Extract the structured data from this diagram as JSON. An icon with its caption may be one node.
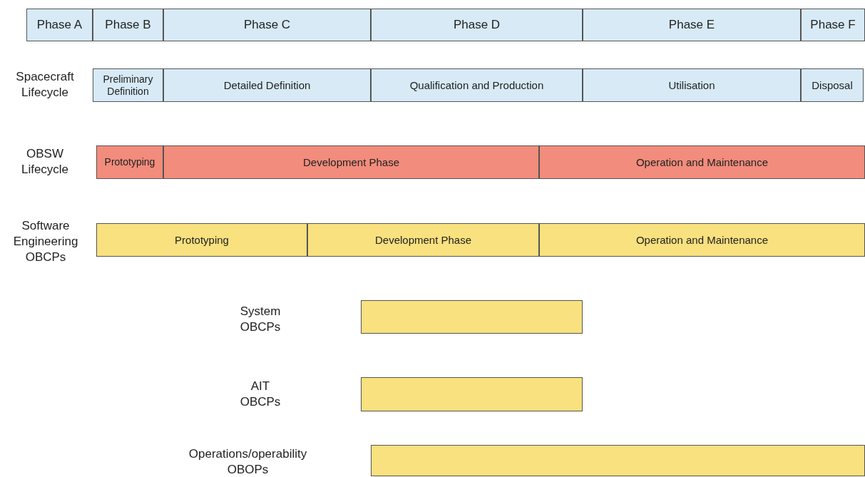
{
  "diagram": {
    "nodes": [
      {
        "text": [
          "Phase A"
        ]
      },
      {
        "text": [
          "Phase B"
        ]
      },
      {
        "text": [
          "Phase C"
        ]
      },
      {
        "text": [
          "Phase D"
        ]
      },
      {
        "text": [
          "Phase E"
        ]
      },
      {
        "text": [
          "Phase F"
        ]
      },
      {
        "text": [
          "Preliminary Definition"
        ]
      },
      {
        "text": [
          "Detailed Definition"
        ]
      },
      {
        "text": [
          "Qualification and Production"
        ]
      },
      {
        "text": [
          "Utilisation"
        ]
      },
      {
        "text": [
          "Disposal"
        ]
      },
      {
        "text": [
          "Prototyping"
        ]
      },
      {
        "text": [
          "Development Phase"
        ]
      },
      {
        "text": [
          "Operation and Maintenance"
        ]
      },
      {
        "text": [
          "Prototyping"
        ]
      },
      {
        "text": [
          "Development Phase"
        ]
      },
      {
        "text": [
          "Operation and Maintenance"
        ]
      },
      {
        "text": [],
        "shape": "bar"
      },
      {
        "text": [],
        "shape": "bar"
      },
      {
        "text": [],
        "shape": "bar"
      }
    ],
    "labels": [
      "Spacecraft Lifecycle",
      "OBSW Lifecycle",
      "Software Engineering OBCPs",
      "System OBCPs",
      "AIT OBCPs",
      "Operations/operability OBOPs"
    ]
  }
}
